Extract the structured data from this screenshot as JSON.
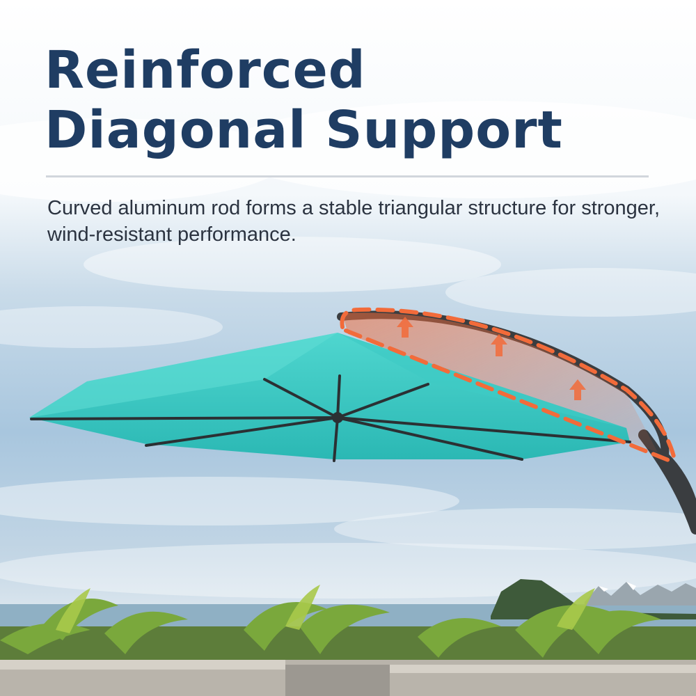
{
  "headline": {
    "line1": "Reinforced",
    "line2": "Diagonal Support"
  },
  "subtitle": "Curved aluminum rod forms a stable triangular structure for stronger, wind-resistant performance.",
  "colors": {
    "headline": "#1f3d63",
    "subtitle": "#2b3340",
    "rule": "#c9cfd6",
    "canopy": "#35c8c2",
    "canopy_dark": "#23a9a6",
    "highlight": "#f26b3a",
    "frame": "#3a3d40",
    "sky_top": "#ffffff",
    "sky_mid": "#a9c8e0",
    "sea": "#8fb0c4"
  }
}
